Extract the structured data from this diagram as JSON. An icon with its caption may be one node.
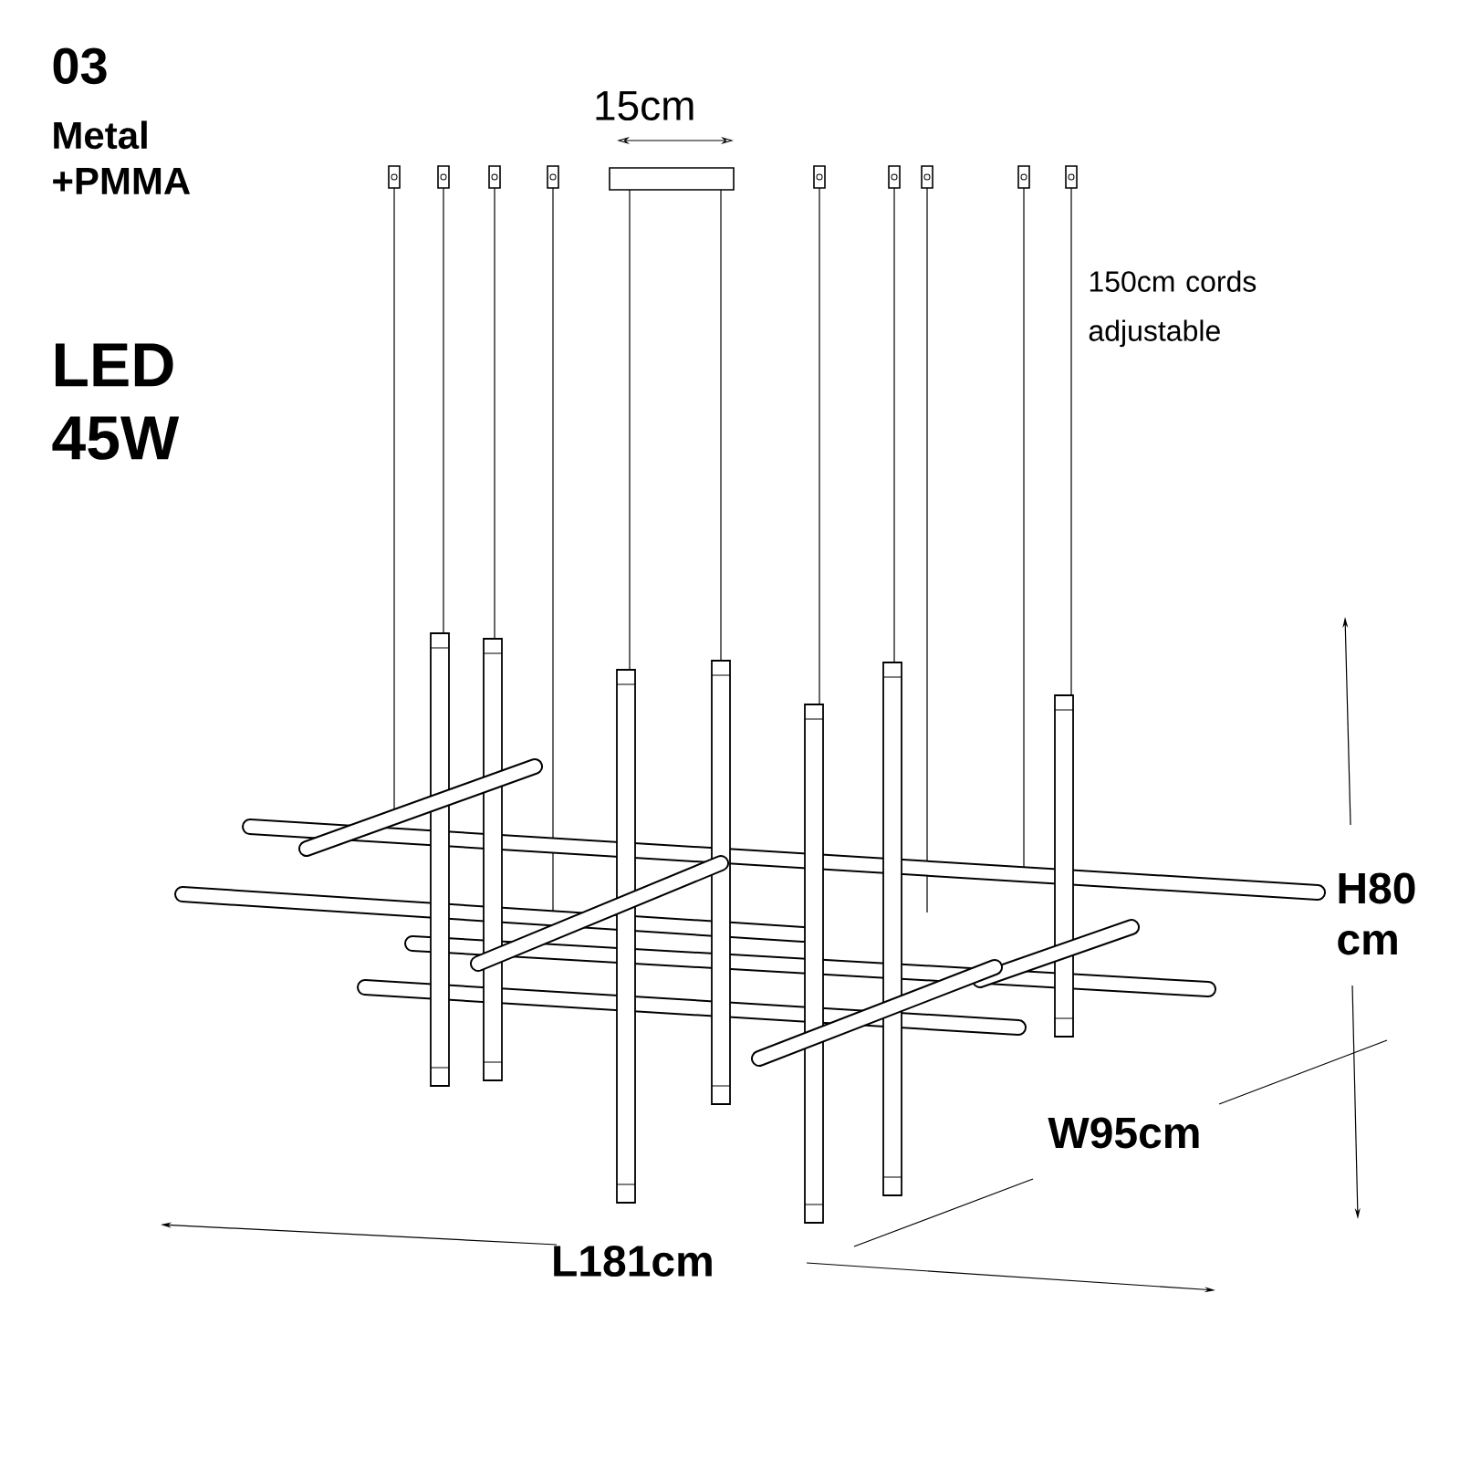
{
  "diagram": {
    "labels": [
      "03",
      "Metal +PMMA",
      "LED 45W",
      "15cm",
      "150cm cords adjustable",
      "H80 cm",
      "W95cm",
      "L181cm"
    ]
  }
}
